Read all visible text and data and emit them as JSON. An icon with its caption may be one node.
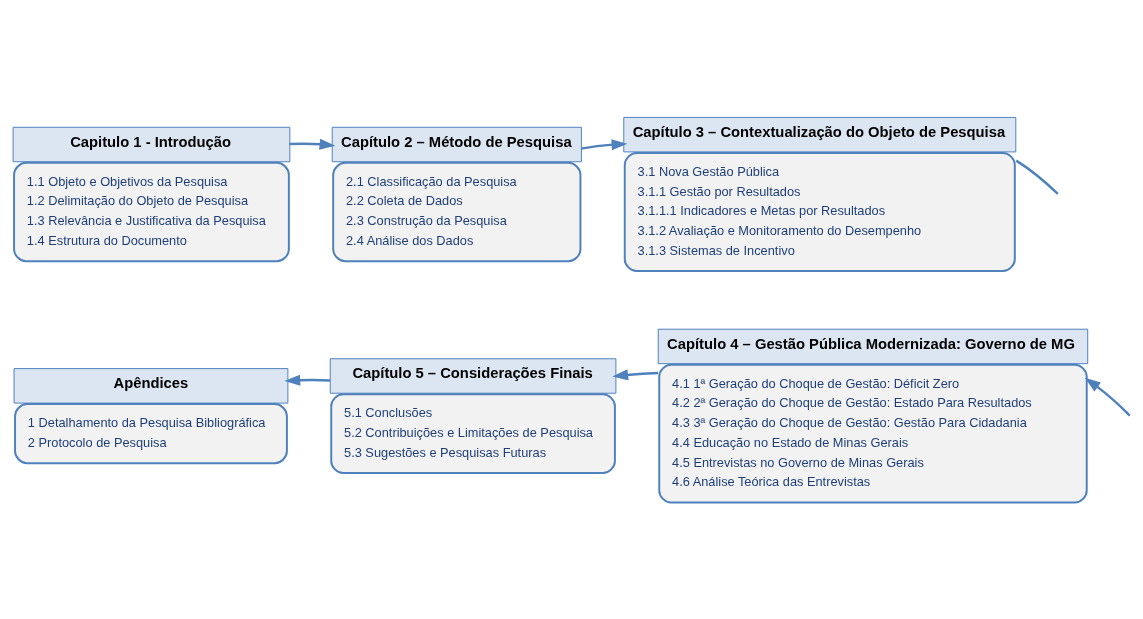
{
  "diagram": {
    "nodes": [
      {
        "text": [
          "Capitulo 1 - Introdução",
          "1.1 Objeto e Objetivos da Pesquisa",
          "1.2 Delimitação do Objeto de Pesquisa",
          "1.3 Relevância e Justificativa da Pesquisa",
          "1.4 Estrutura do Documento"
        ]
      },
      {
        "text": [
          "Capítulo 2 – Método de Pesquisa",
          "2.1 Classificação da Pesquisa",
          "2.2 Coleta de Dados",
          "2.3 Construção da Pesquisa",
          "2.4 Análise dos Dados"
        ]
      },
      {
        "text": [
          "Capítulo 3 – Contextualização do Objeto de Pesquisa",
          "3.1 Nova Gestão Pública",
          "3.1.1 Gestão por Resultados",
          "3.1.1.1 Indicadores e Metas por Resultados",
          "3.1.2 Avaliação e Monitoramento do Desempenho",
          "3.1.3 Sistemas de Incentivo"
        ]
      },
      {
        "text": [
          "Apêndices",
          "1 Detalhamento da Pesquisa Bibliográfica",
          "2 Protocolo de Pesquisa"
        ]
      },
      {
        "text": [
          "Capítulo 5 – Considerações Finais",
          "5.1 Conclusões",
          "5.2 Contribuições e Limitações de Pesquisa",
          "5.3 Sugestões e Pesquisas Futuras"
        ]
      },
      {
        "text": [
          "Capítulo 4 – Gestão Pública Modernizada: Governo de MG",
          "4.1 1ª Geração do Choque de Gestão: Déficit Zero",
          "4.2 2ª Geração do Choque de Gestão: Estado Para Resultados",
          "4.3 3ª Geração do Choque de Gestão: Gestão Para Cidadania",
          "4.4 Educação no Estado de Minas Gerais",
          "4.5 Entrevistas no Governo de Minas Gerais",
          "4.6 Análise Teórica das Entrevistas"
        ]
      }
    ],
    "edges": [
      {
        "from": 0,
        "to": 1,
        "arrow": "to"
      },
      {
        "from": 1,
        "to": 2,
        "arrow": "to"
      },
      {
        "from": 2,
        "to": null,
        "arrow": "none"
      },
      {
        "from": null,
        "to": 5,
        "arrow": "to"
      },
      {
        "from": 5,
        "to": 4,
        "arrow": "to"
      },
      {
        "from": 4,
        "to": 3,
        "arrow": "to"
      }
    ]
  }
}
